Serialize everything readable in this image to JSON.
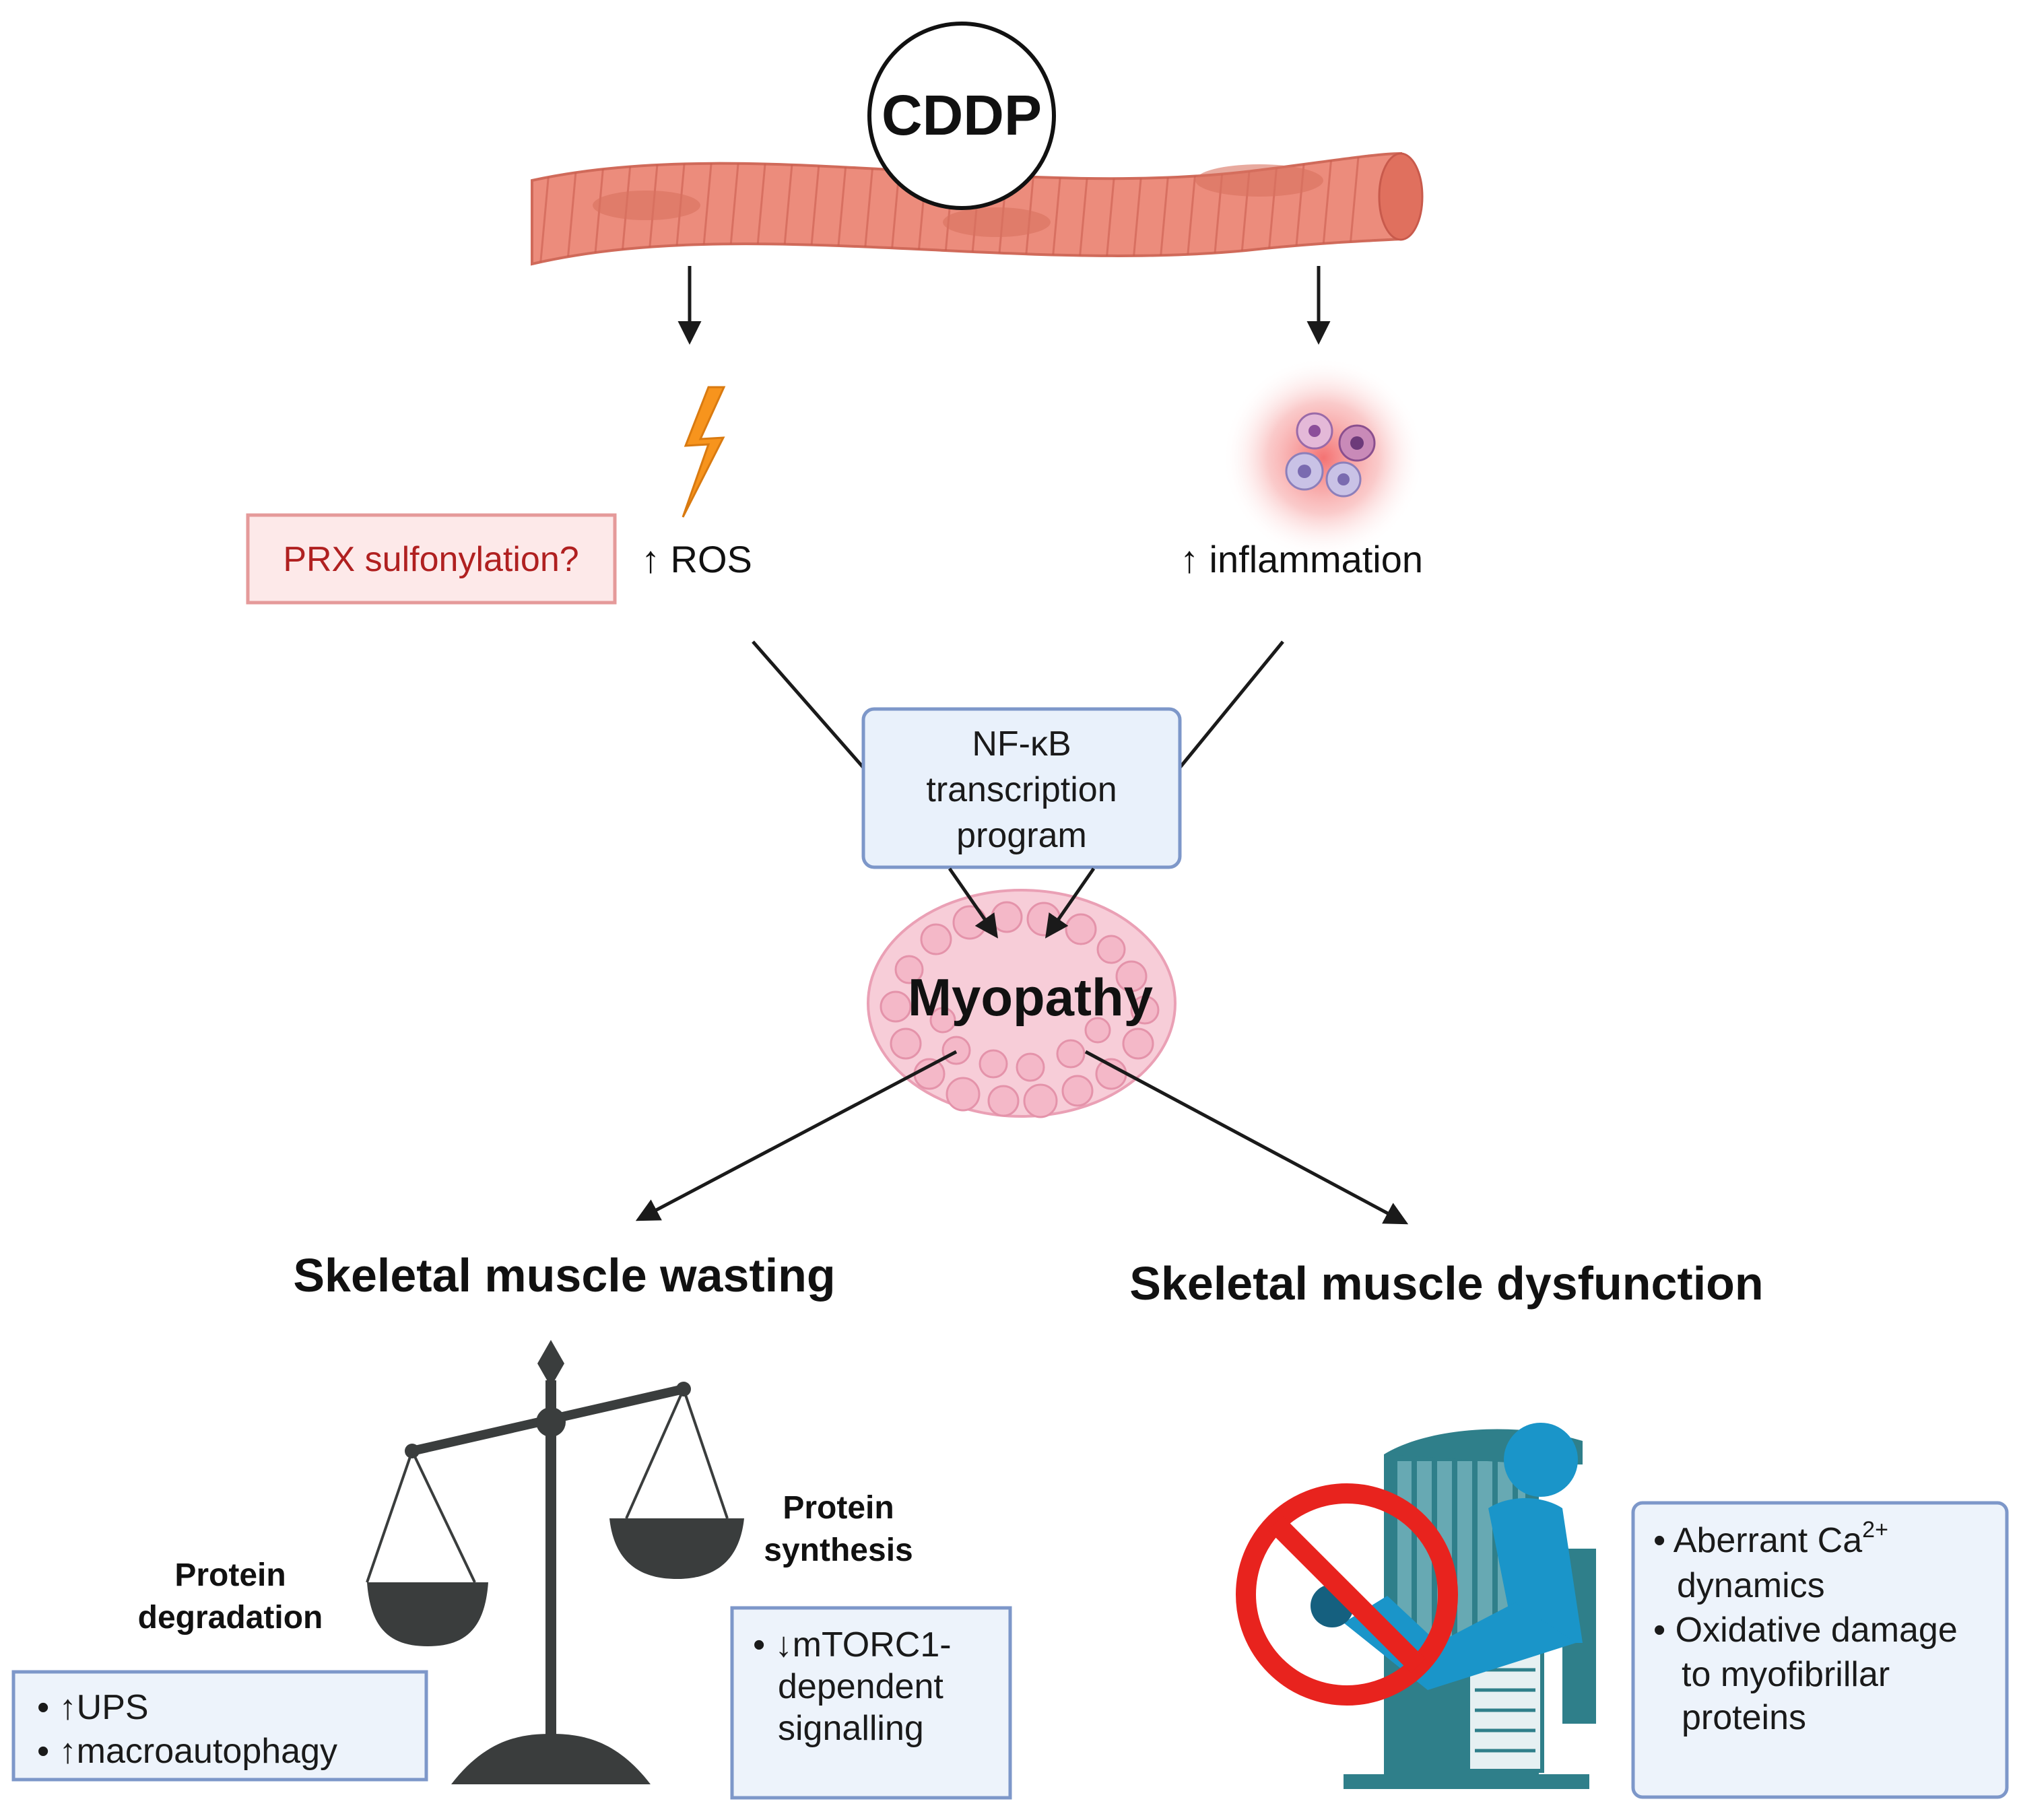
{
  "fiber_label": "CDDP",
  "ros": {
    "label": "↑ ROS",
    "note": "PRX sulfonylation?"
  },
  "inflammation": {
    "label": "↑ inflammation"
  },
  "nfkb_box": {
    "lines": [
      "NF-κB",
      "transcription",
      "program"
    ]
  },
  "center": {
    "label": "Myopathy"
  },
  "wasting": {
    "title": "Skeletal muscle wasting",
    "degradation_label": [
      "Protein",
      "degradation"
    ],
    "synthesis_label": [
      "Protein",
      "synthesis"
    ],
    "degradation_box": [
      "• ↑UPS",
      "• ↑macroautophagy"
    ],
    "synthesis_box": [
      "• ↓mTORC1-",
      "dependent",
      "signalling"
    ]
  },
  "dysfunction": {
    "title": "Skeletal muscle dysfunction",
    "box_line1_prefix": "• Aberrant Ca",
    "box_line1_sup": "2+",
    "box_lines": [
      "dynamics",
      "• Oxidative damage",
      "to myofibrillar",
      "proteins"
    ]
  },
  "colors": {
    "muscle_fiber": "#ec8c7c",
    "muscle_stripe": "#c85a4c",
    "lightning": "#f7941d",
    "inflammation_glow": "#f06a6a",
    "nfkb_box_fill": "#e9f1fb",
    "nfkb_box_stroke": "#7d97c9",
    "prx_box_fill": "#fde9e9",
    "prx_box_stroke": "#e59a9a",
    "myopathy_tissue": "#f4b8c8",
    "scale": "#3a3d3d",
    "athlete": "#1a95c9",
    "machine": "#3b8a96",
    "prohibition": "#e8231e"
  }
}
